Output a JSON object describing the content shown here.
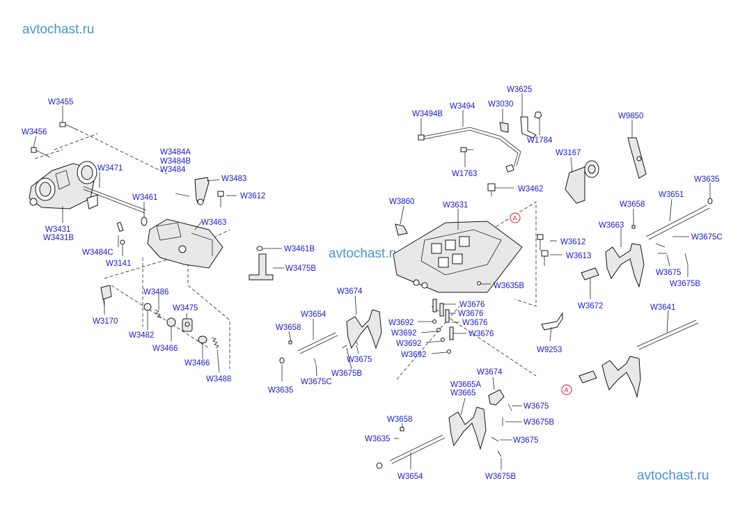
{
  "watermarks": {
    "top_left": "avtochast.ru",
    "center": "avtochast.ru",
    "bottom_right": "avtochast.ru"
  },
  "labels": {
    "w3455": "W3455",
    "w3456": "W3456",
    "w3471": "W3471",
    "w3431": "W3431",
    "w3431b": "W3431B",
    "w3484a": "W3484A",
    "w3484b": "W3484B",
    "w3484": "W3484",
    "w3483": "W3483",
    "w3612a": "W3612",
    "w3461": "W3461",
    "w3463": "W3463",
    "w3484c": "W3484C",
    "w3141": "W3141",
    "w3461b": "W3461B",
    "w3475b": "W3475B",
    "w3486": "W3486",
    "w3475": "W3475",
    "w3170": "W3170",
    "w3482": "W3482",
    "w3466a": "W3466",
    "w3466b": "W3466",
    "w3488": "W3488",
    "w3494b": "W3494B",
    "w3494": "W3494",
    "w3625": "W3625",
    "w3030": "W3030",
    "w1784": "W1784",
    "w1763": "W1763",
    "w3167": "W3167",
    "w9850": "W9850",
    "w3462": "W3462",
    "w3860": "W3860",
    "w3631": "W3631",
    "w3612b": "W3612",
    "w3613": "W3613",
    "w3635a": "W3635",
    "w3651": "W3651",
    "w3658a": "W3658",
    "w3663": "W3663",
    "w3675c_a": "W3675C",
    "w3675_a": "W3675",
    "w3675b_a": "W3675B",
    "w3635b": "W3635B",
    "w3674a": "W3674",
    "w3654a": "W3654",
    "w3658b": "W3658",
    "w3676a": "W3676",
    "w3676b": "W3676",
    "w3676c": "W3676",
    "w3676d": "W3676",
    "w3692a": "W3692",
    "w3692b": "W3692",
    "w3692c": "W3692",
    "w3692d": "W3692",
    "w3672": "W3672",
    "w3641": "W3641",
    "w9253": "W9253",
    "w3675_b": "W3675",
    "w3675b_b": "W3675B",
    "w3635c": "W3635",
    "w3675c_b": "W3675C",
    "w3674b": "W3674",
    "w3665a": "W3665A",
    "w3665": "W3665",
    "w3675_c": "W3675",
    "w3675b_c": "W3675B",
    "w3658c": "W3658",
    "w3635d": "W3635",
    "w3675_d": "W3675",
    "w3654b": "W3654",
    "w3675b_d": "W3675B"
  },
  "ref_markers": {
    "top": "A",
    "bottom": "A"
  }
}
